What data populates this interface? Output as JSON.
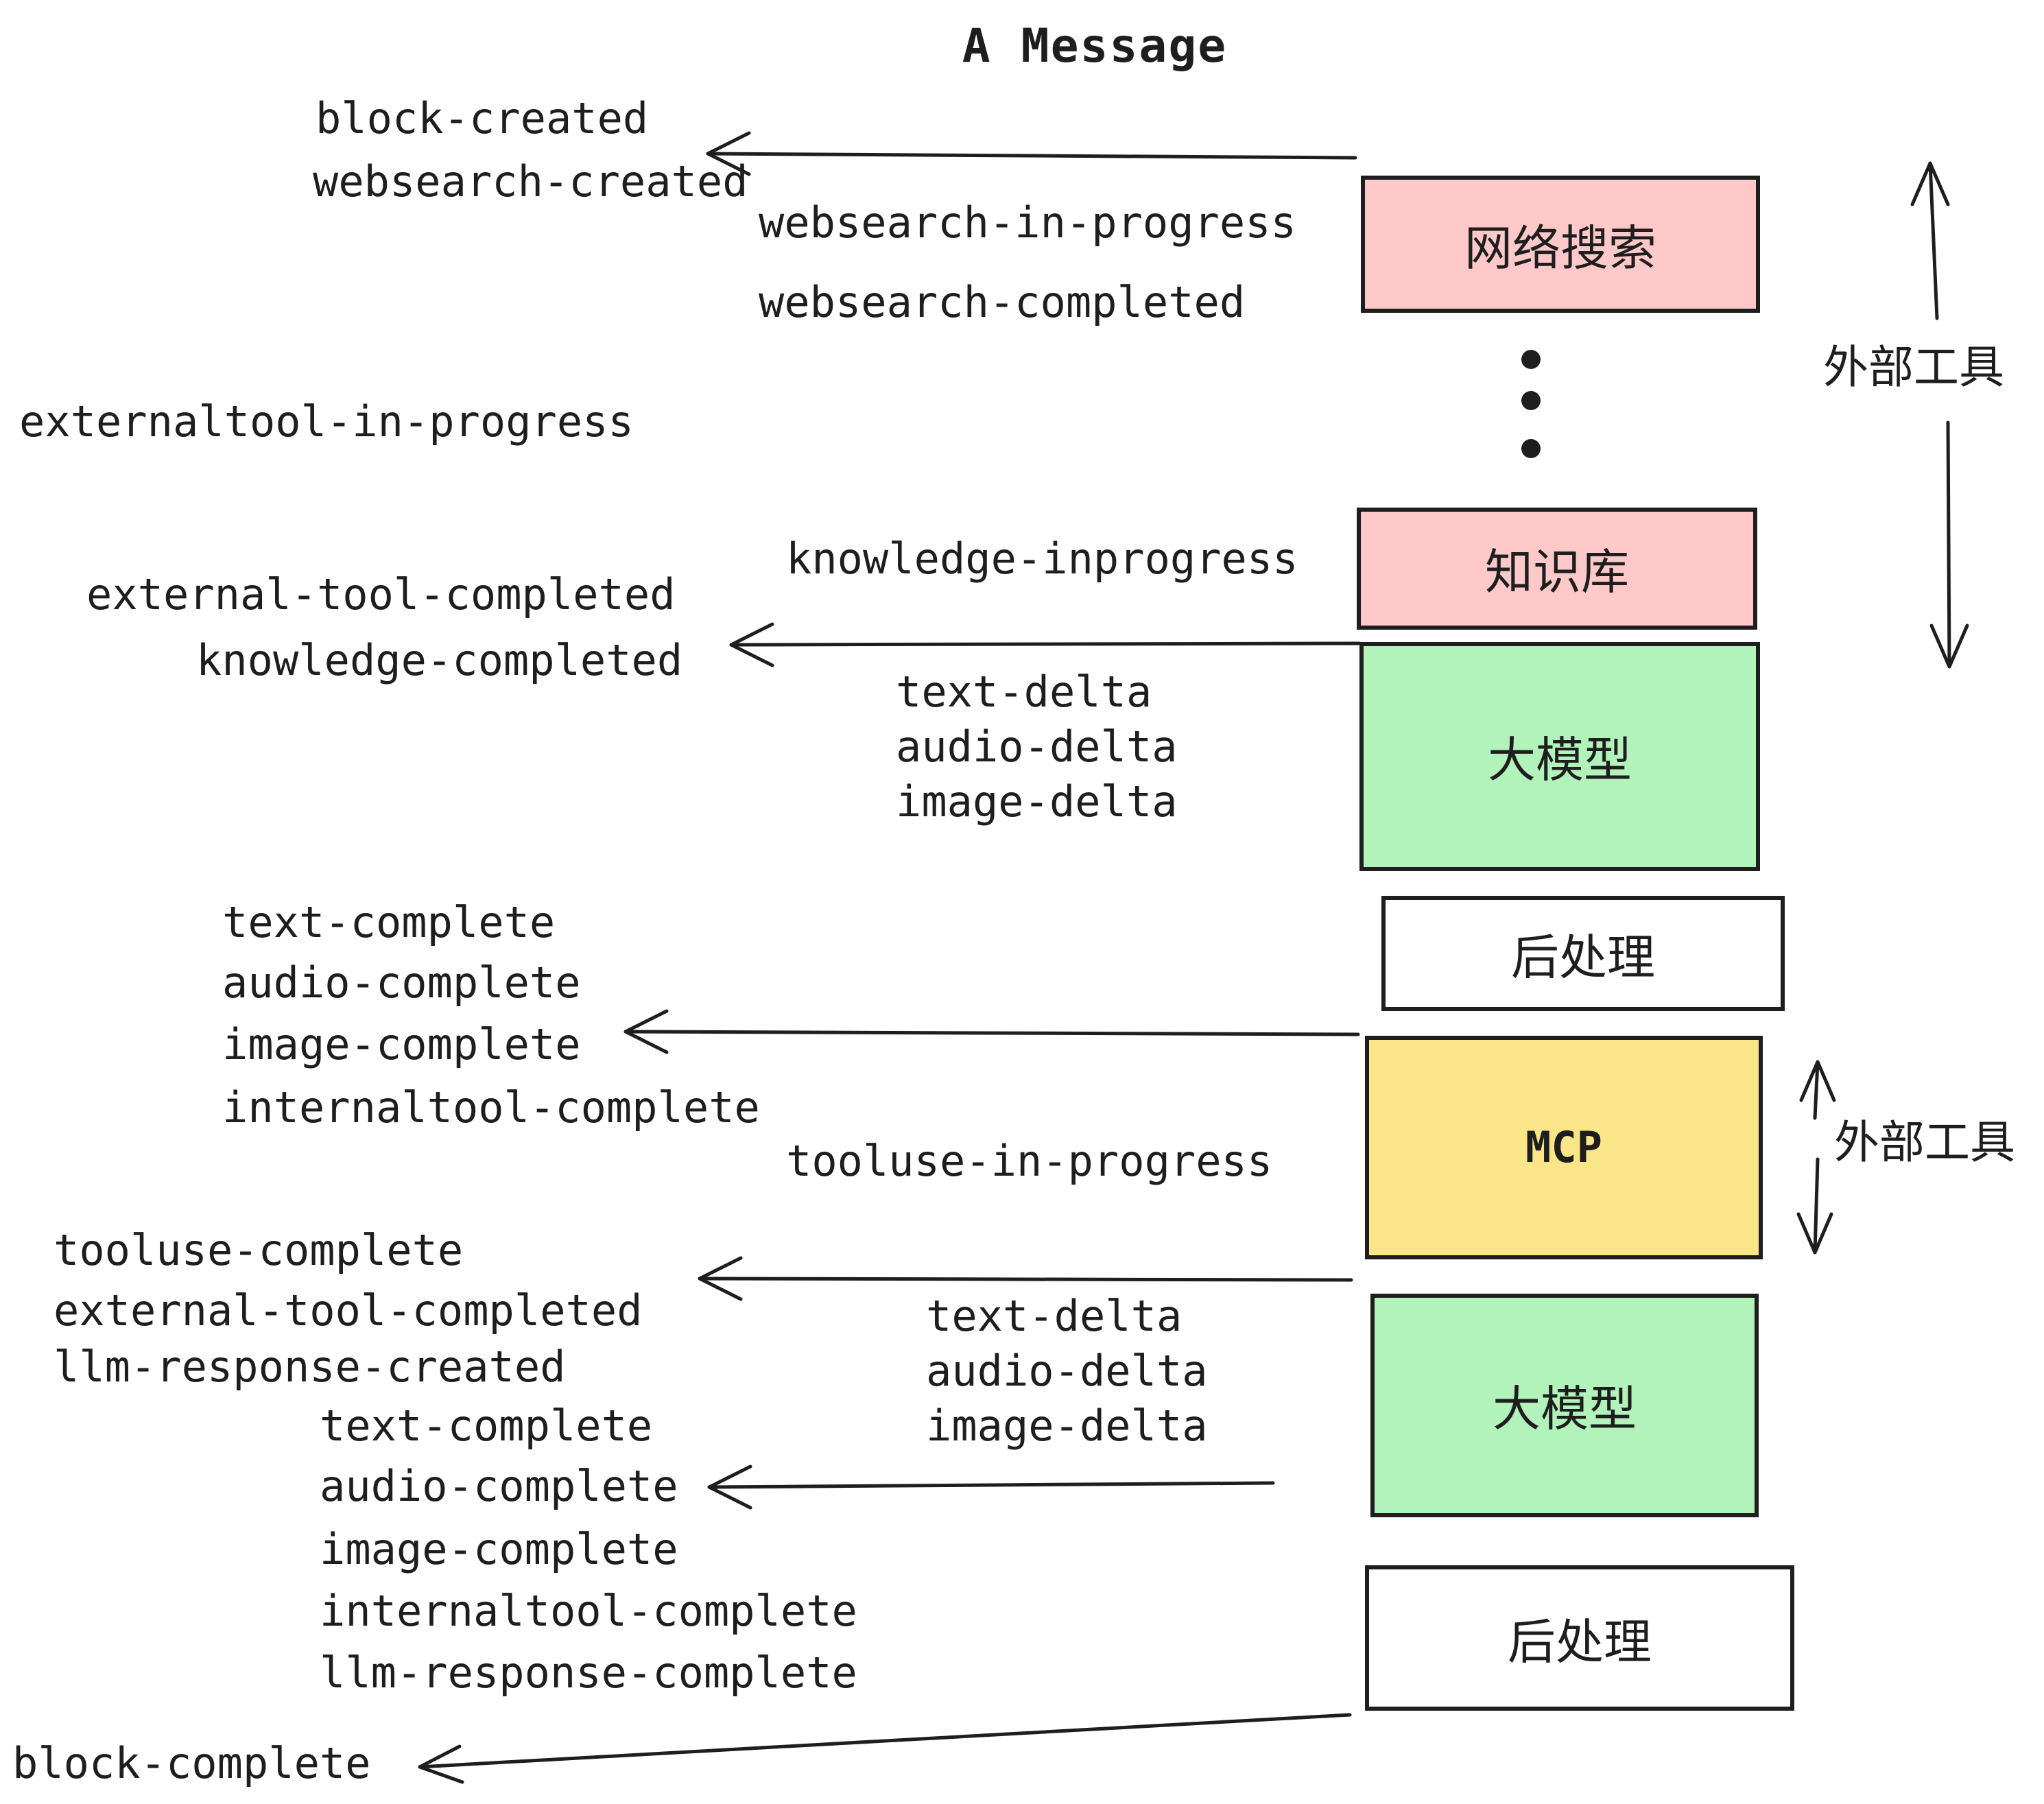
{
  "title": "A Message",
  "colors": {
    "stroke": "#1e1e1e",
    "websearch_fill": "#ffc9c9",
    "knowledge_fill": "#ffc9c9",
    "llm_fill": "#b2f2bb",
    "mcp_fill": "#fae588",
    "postprocess_fill": "#ffffff"
  },
  "boxes": [
    {
      "id": "websearch",
      "label": "网络搜索"
    },
    {
      "id": "knowledge",
      "label": "知识库"
    },
    {
      "id": "llm_1",
      "label": "大模型"
    },
    {
      "id": "postprocess_1",
      "label": "后处理"
    },
    {
      "id": "mcp",
      "label": "MCP"
    },
    {
      "id": "llm_2",
      "label": "大模型"
    },
    {
      "id": "postprocess_2",
      "label": "后处理"
    }
  ],
  "side_labels": [
    "外部工具",
    "外部工具"
  ],
  "events": {
    "block_created": "block-created",
    "websearch_created": "websearch-created",
    "websearch_in_progress": "websearch-in-progress",
    "websearch_completed": "websearch-completed",
    "externaltool_in_progress": "externaltool-in-progress",
    "knowledge_inprogress": "knowledge-inprogress",
    "external_tool_completed_1": "external-tool-completed",
    "knowledge_completed": "knowledge-completed",
    "delta_group_1": [
      "text-delta",
      "audio-delta",
      "image-delta"
    ],
    "complete_group_1": [
      "text-complete",
      "audio-complete",
      "image-complete",
      "internaltool-complete"
    ],
    "tooluse_in_progress": "tooluse-in-progress",
    "tooluse_complete": "tooluse-complete",
    "external_tool_completed_2": "external-tool-completed",
    "llm_response_created": "llm-response-created",
    "delta_group_2": [
      "text-delta",
      "audio-delta",
      "image-delta"
    ],
    "complete_group_2": [
      "text-complete",
      "audio-complete",
      "image-complete",
      "internaltool-complete",
      "llm-response-complete"
    ],
    "block_complete": "block-complete"
  }
}
